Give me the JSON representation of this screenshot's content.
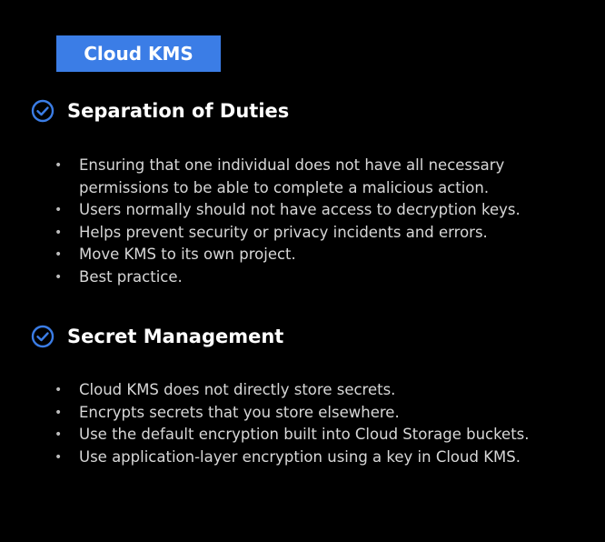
{
  "badge": {
    "label": "Cloud KMS"
  },
  "accent_color": "#3b7de6",
  "sections": [
    {
      "icon": "check-circle-icon",
      "title": "Separation of Duties",
      "bullets": [
        "Ensuring that one individual does not have all necessary permissions to be able to complete a malicious action.",
        "Users normally should not have access to decryption keys.",
        "Helps prevent security or privacy incidents and errors.",
        "Move KMS to its own project.",
        "Best practice."
      ]
    },
    {
      "icon": "check-circle-icon",
      "title": "Secret Management",
      "bullets": [
        "Cloud KMS does not directly store secrets.",
        "Encrypts secrets that you store elsewhere.",
        "Use the default encryption built into Cloud Storage buckets.",
        "Use application-layer encryption using a key in Cloud KMS."
      ]
    }
  ]
}
